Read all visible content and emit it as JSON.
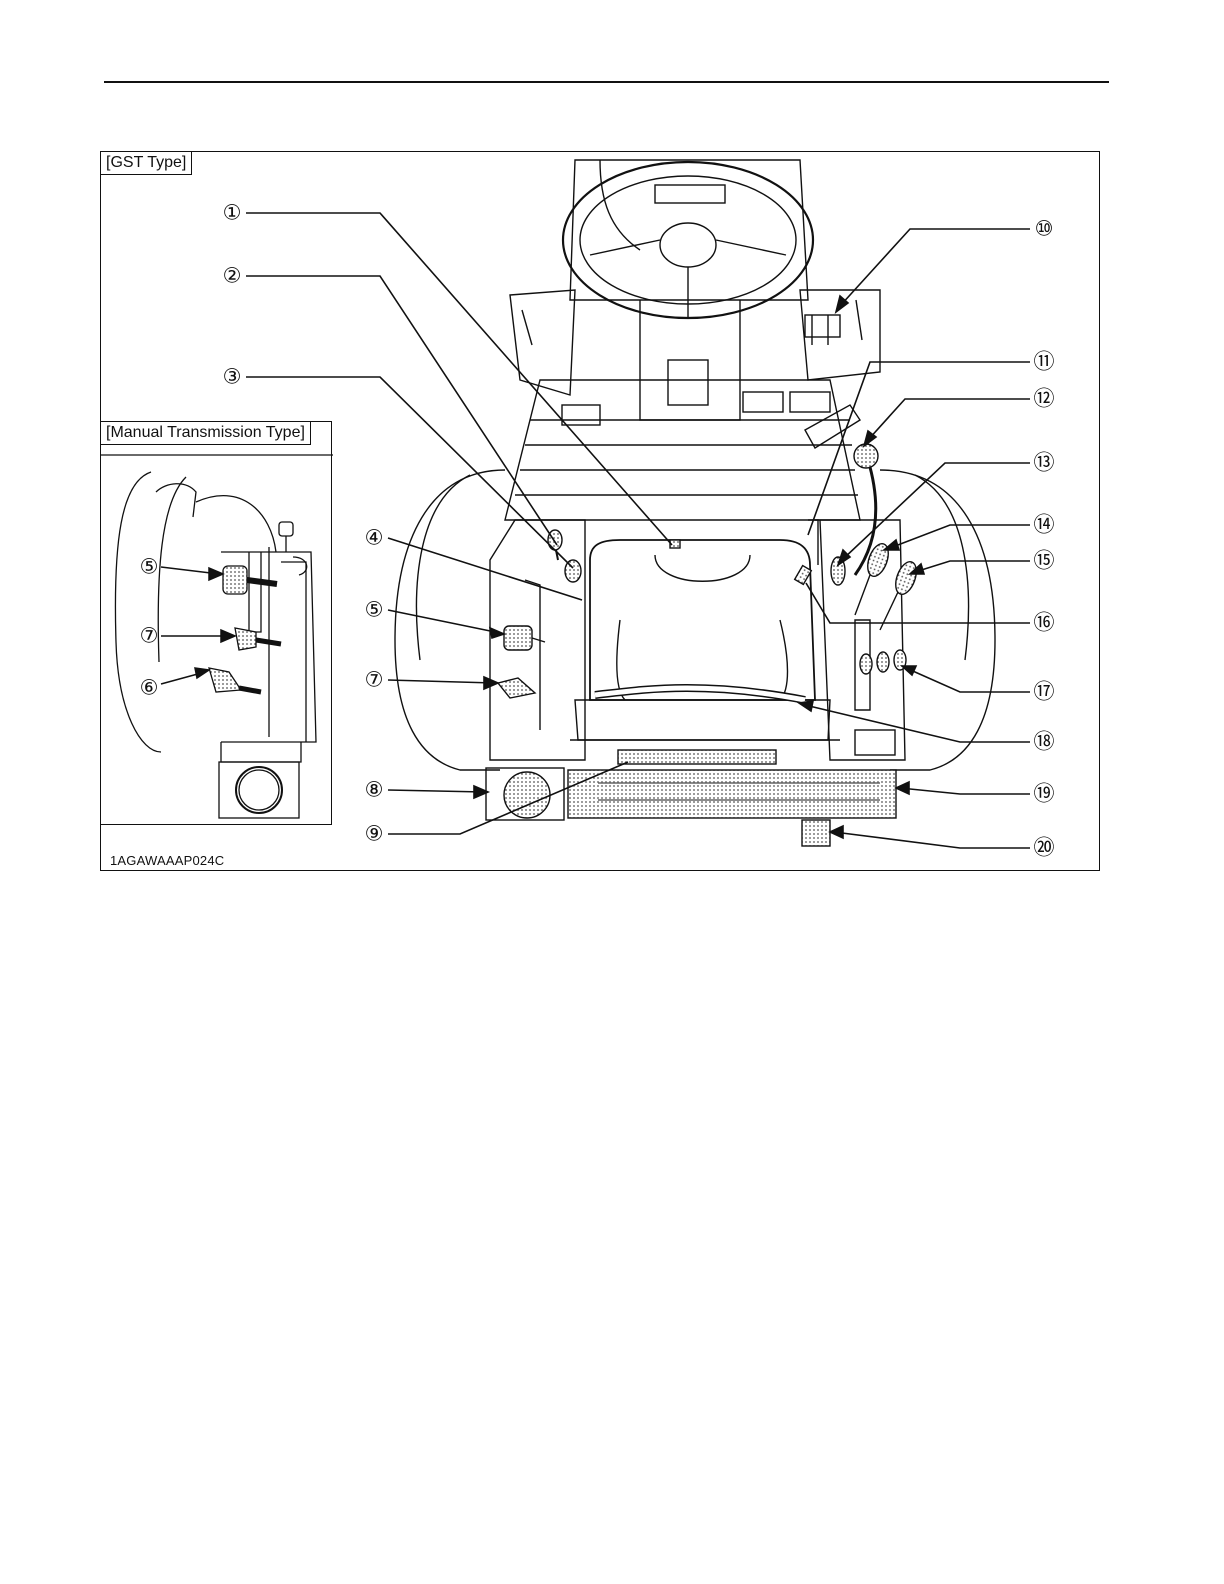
{
  "labels": {
    "gst_type": "[GST Type]",
    "manual_type": "[Manual Transmission Type]",
    "figure_code": "1AGAWAAAP024C"
  },
  "callouts": [
    "①",
    "②",
    "③",
    "④",
    "⑤",
    "⑥",
    "⑦",
    "⑧",
    "⑨",
    "⑩",
    "⑪",
    "⑫",
    "⑬",
    "⑭",
    "⑮",
    "⑯",
    "⑰",
    "⑱",
    "⑲",
    "⑳"
  ],
  "inset_callouts": [
    "⑤",
    "⑦",
    "⑥"
  ],
  "colors": {
    "ink": "#111111",
    "shade": "#9a9a9a",
    "paper": "#ffffff"
  }
}
